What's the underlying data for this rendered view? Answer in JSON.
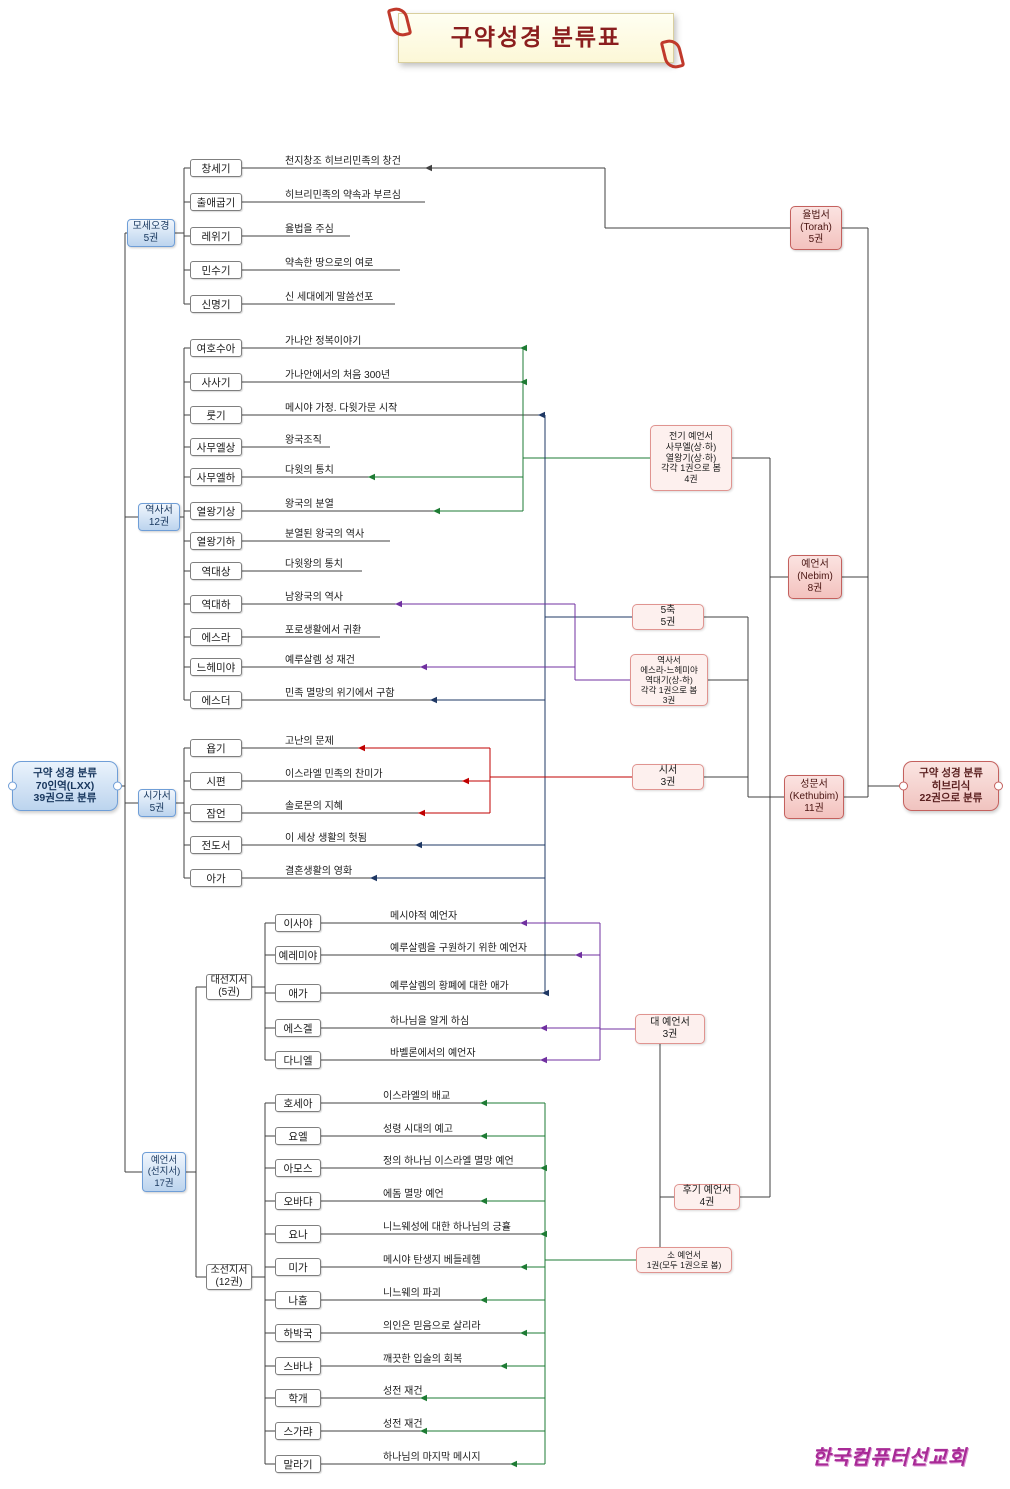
{
  "title": "구약성경 분류표",
  "left_root": {
    "lines": [
      "구약 성경 분류",
      "70인역(LXX)",
      "39권으로 분류"
    ]
  },
  "right_root": {
    "lines": [
      "구약 성경 분류",
      "히브리식",
      "22권으로 분류"
    ]
  },
  "groups": [
    {
      "id": "pentateuch",
      "label_lines": [
        "모세오경",
        "5권"
      ],
      "books": [
        {
          "name": "창세기",
          "desc": "천지창조 히브리민족의 창건"
        },
        {
          "name": "출애굽기",
          "desc": "히브리민족의 약속과 부르심"
        },
        {
          "name": "레위기",
          "desc": "율법을 주심"
        },
        {
          "name": "민수기",
          "desc": "약속한 땅으로의 여로"
        },
        {
          "name": "신명기",
          "desc": "신 세대에게 말씀선포"
        }
      ]
    },
    {
      "id": "history",
      "label_lines": [
        "역사서",
        "12권"
      ],
      "books": [
        {
          "name": "여호수아",
          "desc": "가나안 정복이야기"
        },
        {
          "name": "사사기",
          "desc": "가나안에서의 처음 300년"
        },
        {
          "name": "룻기",
          "desc": "메시야 가정. 다윗가문 시작"
        },
        {
          "name": "사무엘상",
          "desc": "왕국조직"
        },
        {
          "name": "사무엘하",
          "desc": "다윗의 통치"
        },
        {
          "name": "열왕기상",
          "desc": "왕국의 분열"
        },
        {
          "name": "열왕기하",
          "desc": "분열된 왕국의 역사"
        },
        {
          "name": "역대상",
          "desc": "다윗왕의 통치"
        },
        {
          "name": "역대하",
          "desc": "남왕국의 역사"
        },
        {
          "name": "에스라",
          "desc": "포로생활에서 귀환"
        },
        {
          "name": "느헤미야",
          "desc": "예루살렘 성 재건"
        },
        {
          "name": "에스더",
          "desc": "민족 멸망의 위기에서 구함"
        }
      ]
    },
    {
      "id": "poetry",
      "label_lines": [
        "시가서",
        "5권"
      ],
      "books": [
        {
          "name": "욥기",
          "desc": "고난의 문제"
        },
        {
          "name": "시편",
          "desc": "이스라엘 민족의 찬미가"
        },
        {
          "name": "잠언",
          "desc": "솔로몬의 지혜"
        },
        {
          "name": "전도서",
          "desc": "이 세상 생활의 헛됨"
        },
        {
          "name": "아가",
          "desc": "결혼생활의 영화"
        }
      ]
    },
    {
      "id": "prophets",
      "label_lines": [
        "예언서",
        "(선지서)",
        "17권"
      ],
      "subgroups": [
        {
          "id": "major",
          "label_lines": [
            "대선지서",
            "(5권)"
          ],
          "books": [
            {
              "name": "이사야",
              "desc": "메시야적 예언자"
            },
            {
              "name": "예레미야",
              "desc": "예루살렘을 구원하기 위한 예언자"
            },
            {
              "name": "애가",
              "desc": "예루살렘의 황폐에 대한 애가"
            },
            {
              "name": "에스겔",
              "desc": "하나님을 알게 하심"
            },
            {
              "name": "다니엘",
              "desc": "바벨론에서의 예언자"
            }
          ]
        },
        {
          "id": "minor",
          "label_lines": [
            "소선지서",
            "(12권)"
          ],
          "books": [
            {
              "name": "호세아",
              "desc": "이스라엘의 배교"
            },
            {
              "name": "요엘",
              "desc": "성령 시대의 예고"
            },
            {
              "name": "아모스",
              "desc": "정의 하나님 이스라엘 멸망 예언"
            },
            {
              "name": "오바댜",
              "desc": "에돔 멸망 예언"
            },
            {
              "name": "요나",
              "desc": "니느웨성에 대한 하나님의 긍휼"
            },
            {
              "name": "미가",
              "desc": "메시야 탄생지 베들레헴"
            },
            {
              "name": "나훔",
              "desc": "니느웨의 파괴"
            },
            {
              "name": "하박국",
              "desc": "의인은 믿음으로 살리라"
            },
            {
              "name": "스바냐",
              "desc": "깨끗한 입술의 회복"
            },
            {
              "name": "학개",
              "desc": "성전 재건"
            },
            {
              "name": "스가랴",
              "desc": "성전 재건"
            },
            {
              "name": "말라기",
              "desc": "하나님의 마지막 메시지"
            }
          ]
        }
      ]
    }
  ],
  "middle_nodes": {
    "former_prophets": {
      "lines": [
        "전기 예언서",
        "사무엘(상·하)",
        "열왕기(상·하)",
        "각각 1권으로 봄",
        "4권"
      ]
    },
    "five_scrolls": {
      "lines": [
        "5축",
        "5권"
      ]
    },
    "history3": {
      "lines": [
        "역사서",
        "에스라-느헤미야",
        "역대기(상-하)",
        "각각 1권으로 봄",
        "3권"
      ]
    },
    "poetry3": {
      "lines": [
        "시서",
        "3권"
      ]
    },
    "major3": {
      "lines": [
        "대 예언서",
        "3권"
      ]
    },
    "latter4": {
      "lines": [
        "후기 예언서",
        "4권"
      ]
    },
    "minor1": {
      "lines": [
        "소 예언서",
        "1권(모두 1권으로 봄)"
      ]
    }
  },
  "hebrew_nodes": {
    "torah": {
      "lines": [
        "율법서",
        "(Torah)",
        "5권"
      ]
    },
    "nebim": {
      "lines": [
        "예언서",
        "(Nebim)",
        "8권"
      ]
    },
    "kethubim": {
      "lines": [
        "성문서",
        "(Kethubim)",
        "11권"
      ]
    }
  },
  "logo": "한국컴퓨터선교회",
  "colors": {
    "line_black": "#404040",
    "wire_green": "#1e7b34",
    "wire_navy": "#1f3864",
    "wire_red": "#c00000",
    "wire_purple": "#7030a0",
    "blue_border": "#6f9ed7",
    "pink_border": "#e09490",
    "red_border": "#c4615e",
    "title_color": "#8b1e1e",
    "logo_color": "#a82a96"
  }
}
